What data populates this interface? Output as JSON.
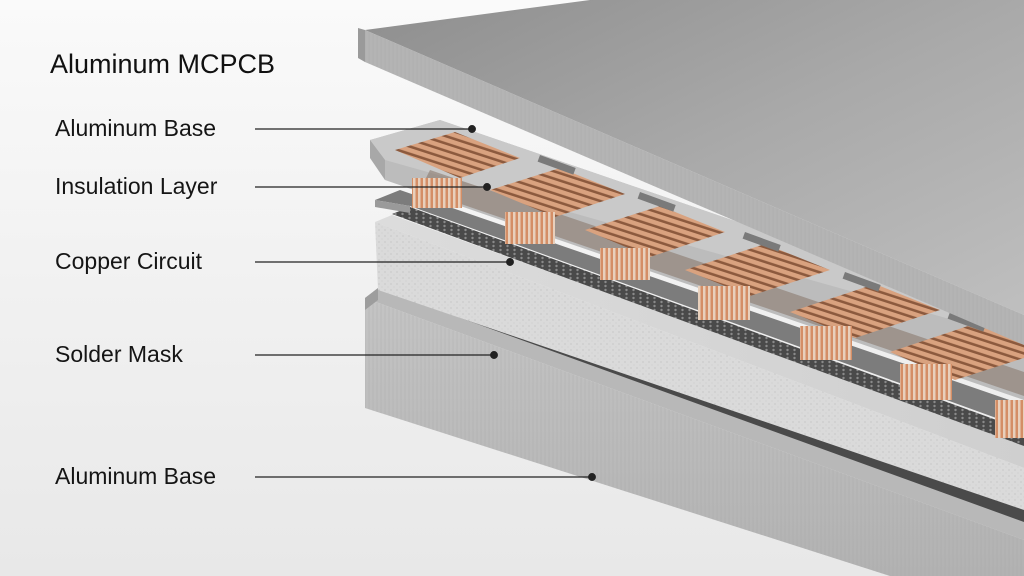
{
  "title": "Aluminum MCPCB",
  "labels": [
    "Aluminum Base",
    "Insulation Layer",
    "Copper Circuit",
    "Solder Mask",
    "Aluminum Base"
  ],
  "colors": {
    "background": "#f4f4f4",
    "aluminum": "#9a9a9a",
    "insulation": "#bdbdbd",
    "copper": "#d49a78",
    "solder_mask": "#6e6e6e",
    "dark_layer": "#3c3c3c",
    "leader_line": "#222222"
  }
}
